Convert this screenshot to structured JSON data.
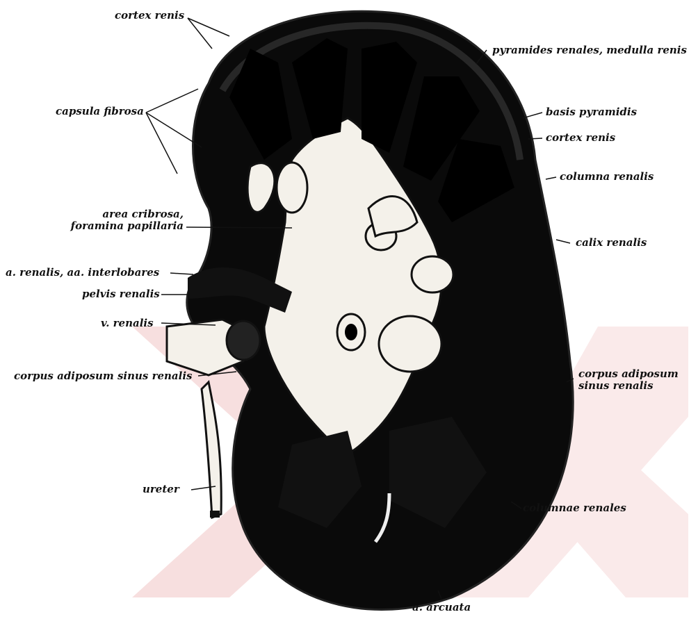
{
  "figure": {
    "watermark_colors": {
      "primary": "#f2c6c6",
      "secondary": "#f7dada"
    },
    "ink_color": "#0a0a0a",
    "paper_color": "#ffffff"
  },
  "labels": {
    "cortex_renis_top": "cortex renis",
    "pyramides_renales": "pyramides renales, medulla renis",
    "capsula_fibrosa": "capsula fibrosa",
    "basis_pyramidis": "basis pyramidis",
    "cortex_renis_right": "cortex renis",
    "columna_renalis": "columna renalis",
    "area_cribrosa_line1": "area cribrosa,",
    "area_cribrosa_line2": "foramina papillaria",
    "calix_renalis": "calix renalis",
    "a_renalis": "a. renalis, aa. interlobares",
    "pelvis_renalis": "pelvis renalis",
    "v_renalis": "v. renalis",
    "corpus_adiposum_left": "corpus adiposum sinus renalis",
    "corpus_adiposum_right_line1": "corpus adiposum",
    "corpus_adiposum_right_line2": "sinus renalis",
    "ureter": "ureter",
    "columnae_renales": "columnae renales",
    "a_arcuata": "a. arcuata"
  }
}
